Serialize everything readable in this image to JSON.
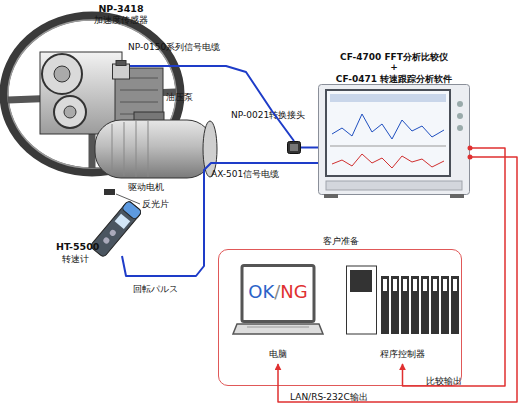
{
  "diagram": {
    "nodes": [
      {
        "text": [
          "NP-3418",
          "加速度传感器"
        ]
      },
      {
        "text": [
          "CF-4700 FFT分析比较仪",
          "+",
          "CF-0471 转速跟踪分析软件"
        ]
      },
      {
        "text": [
          "NP-0021转换接头"
        ]
      },
      {
        "text": [
          "HT-5500",
          "转速计"
        ]
      },
      {
        "text": [
          "客户准备"
        ]
      },
      {
        "text": [
          "OK",
          "/",
          "NG",
          "电脑"
        ],
        "in": 4
      },
      {
        "text": [
          "程序控制器"
        ],
        "in": 4
      }
    ],
    "edges": [
      {
        "from": 0,
        "to": 2,
        "label": "NP-0150系列信号电缆",
        "arrow": "none"
      },
      {
        "from": 2,
        "to": 1,
        "arrow": "none"
      },
      {
        "from": 3,
        "to": 1,
        "label": "AX-501信号电缆",
        "arrow": "none"
      },
      {
        "from": 1,
        "to": 6,
        "label": "比较输出",
        "arrow": "to"
      },
      {
        "from": 1,
        "to": 5,
        "label": "LAN/RS-232C输出",
        "arrow": "to"
      }
    ],
    "labels": [
      "油压泵",
      "驱动电机",
      "反光片",
      "回転パルス"
    ]
  }
}
